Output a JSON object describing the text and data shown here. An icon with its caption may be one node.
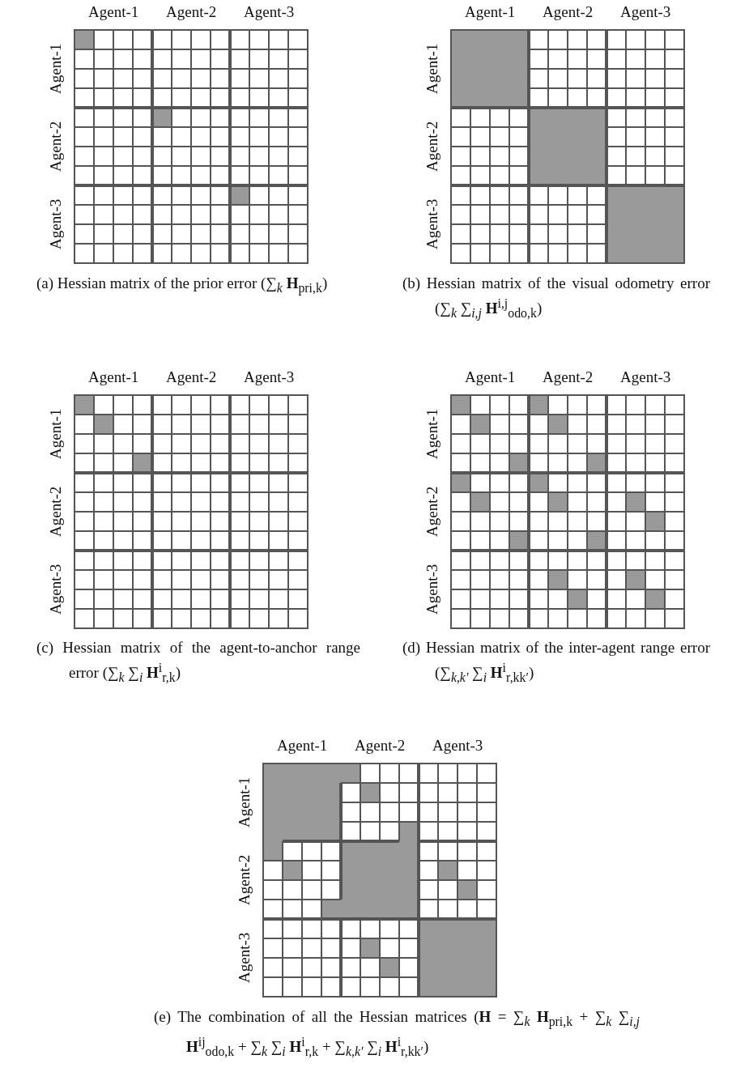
{
  "diagram": {
    "labels": [
      "Agent-1",
      "Agent-2",
      "Agent-3",
      "Agent-1",
      "Agent-2",
      "Agent-3",
      "(a) Hessian matrix of the prior error (∑*$_{k}$* **H**$_{pri,k}$)",
      "Agent-1",
      "Agent-2",
      "Agent-3",
      "Agent-1",
      "Agent-2",
      "Agent-3",
      "(b) Hessian matrix of the visual odometry error (∑*$_{k}$* ∑*$_{i,j}$* **H**$^{i,j}$$_{odo,k}$)",
      "Agent-1",
      "Agent-2",
      "Agent-3",
      "Agent-1",
      "Agent-2",
      "Agent-3",
      "(c) Hessian matrix of the agent-to-anchor range error (∑*$_{k}$* ∑*$_{i}$* **H**$^{i}$$_{r,k}$)",
      "Agent-1",
      "Agent-2",
      "Agent-3",
      "Agent-1",
      "Agent-2",
      "Agent-3",
      "(d) Hessian matrix of the inter-agent range error (∑*$_{k,k′}$* ∑*$_{i}$* **H**$^{i}$$_{r,kk′}$)",
      "Agent-1",
      "Agent-2",
      "Agent-3",
      "Agent-1",
      "Agent-2",
      "Agent-3",
      "(e) The combination of all the Hessian matrices (**H** = ∑*$_{k}$* **H**$_{pri,k}$ + ∑*$_{k}$* ∑*$_{i,j}$* **H**$^{ij}$$_{odo,k}$ + ∑*$_{k}$* ∑*$_{i}$* **H**$^{i}$$_{r,k}$ + ∑*$_{k,k′}$* ∑*$_{i}$* **H**$^{i}$$_{r,kk′}$)"
    ]
  }
}
